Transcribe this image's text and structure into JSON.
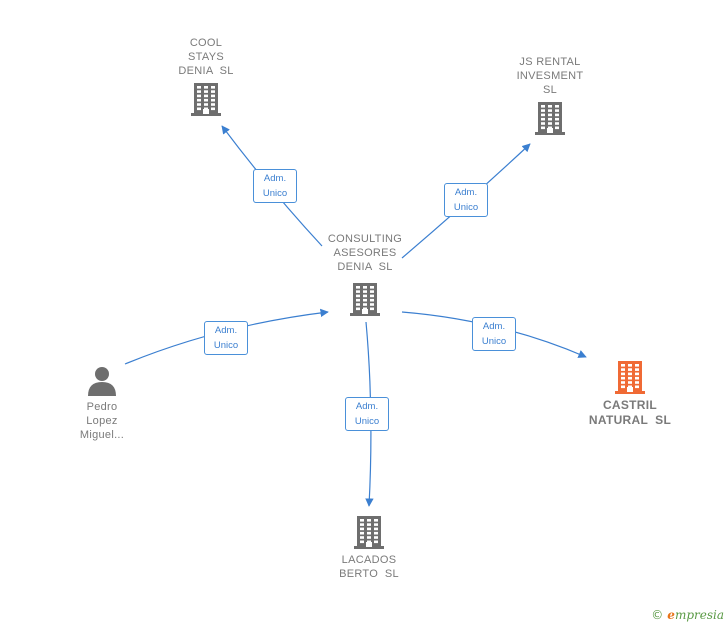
{
  "nodes": {
    "cool_stays": {
      "label": "COOL\nSTAYS\nDENIA  SL",
      "icon": "building-icon",
      "color": "#6e6e6e"
    },
    "js_rental": {
      "label": "JS RENTAL\nINVESMENT\nSL",
      "icon": "building-icon",
      "color": "#6e6e6e"
    },
    "consulting": {
      "label": "CONSULTING\nASESORES\nDENIA  SL",
      "icon": "building-icon",
      "color": "#6e6e6e"
    },
    "pedro": {
      "label": "Pedro\nLopez\nMiguel...",
      "icon": "person-icon",
      "color": "#6e6e6e"
    },
    "castril": {
      "label": "CASTRIL\nNATURAL  SL",
      "icon": "building-icon",
      "color": "#f06a35"
    },
    "lacados": {
      "label": "LACADOS\nBERTO  SL",
      "icon": "building-icon",
      "color": "#6e6e6e"
    }
  },
  "edges": [
    {
      "from": "consulting",
      "to": "cool_stays",
      "label_line1": "Adm.",
      "label_line2": "Unico"
    },
    {
      "from": "consulting",
      "to": "js_rental",
      "label_line1": "Adm.",
      "label_line2": "Unico"
    },
    {
      "from": "pedro",
      "to": "consulting",
      "label_line1": "Adm.",
      "label_line2": "Unico"
    },
    {
      "from": "consulting",
      "to": "castril",
      "label_line1": "Adm.",
      "label_line2": "Unico"
    },
    {
      "from": "consulting",
      "to": "lacados",
      "label_line1": "Adm.",
      "label_line2": "Unico"
    }
  ],
  "colors": {
    "edge": "#3b7fd0",
    "node": "#6e6e6e",
    "highlight": "#f06a35"
  },
  "brand": {
    "copyright": "©",
    "initial": "e",
    "rest": "mpresia"
  }
}
